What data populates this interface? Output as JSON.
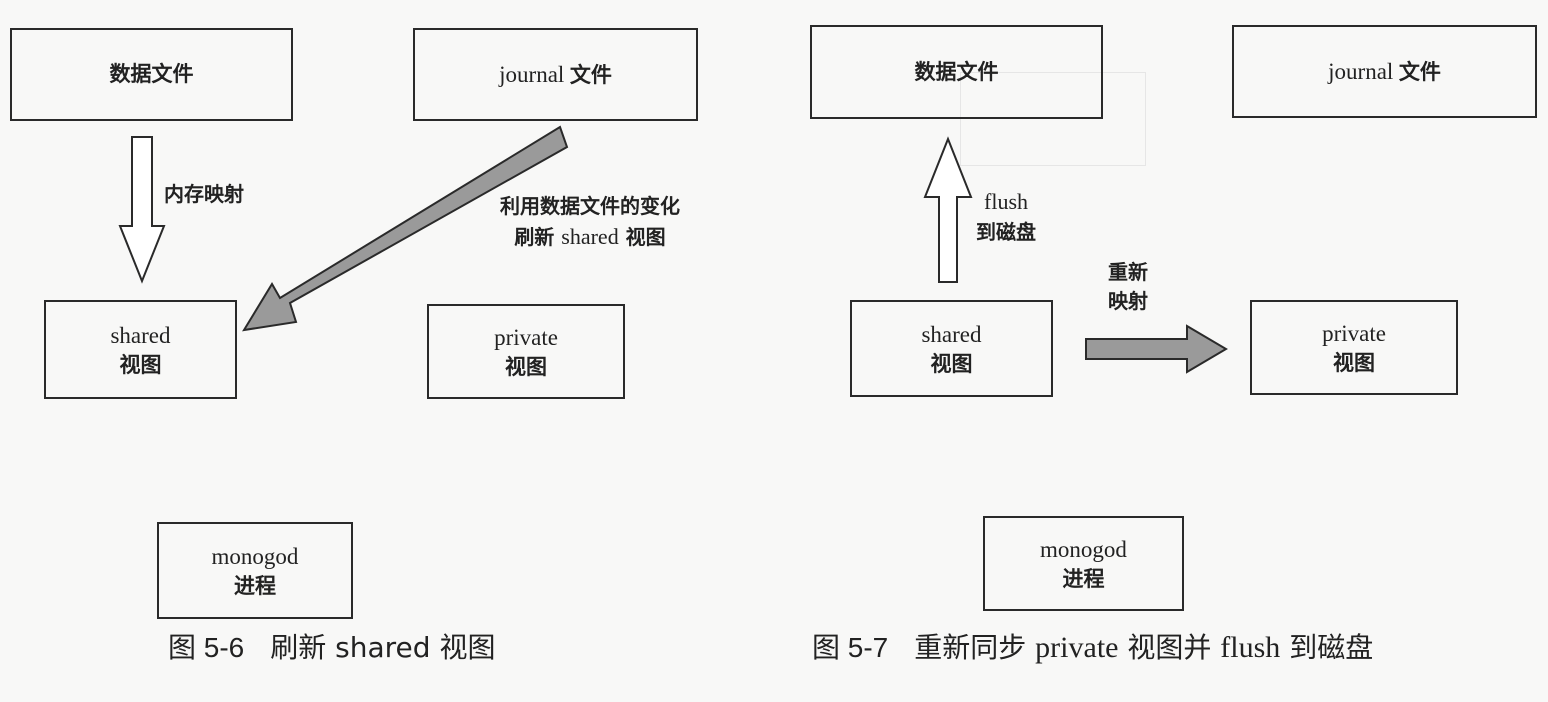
{
  "figure_5_6": {
    "caption_number": "图 5-6",
    "caption_text": "刷新 shared 视图",
    "boxes": {
      "data_file": "数据文件",
      "journal_file_en": "journal",
      "journal_file_zh": "文件",
      "shared_view_en": "shared",
      "shared_view_zh": "视图",
      "private_view_en": "private",
      "private_view_zh": "视图",
      "mongod_en": "monogod",
      "mongod_zh": "进程"
    },
    "arrows": {
      "memory_map_label": "内存映射",
      "refresh_label_line1": "利用数据文件的变化",
      "refresh_label_line2_zh1": "刷新",
      "refresh_label_line2_en": "shared",
      "refresh_label_line2_zh2": "视图"
    }
  },
  "figure_5_7": {
    "caption_number": "图 5-7",
    "caption_text_zh1": "重新同步",
    "caption_text_en1": "private",
    "caption_text_zh2": "视图并",
    "caption_text_en2": "flush",
    "caption_text_zh3": "到磁盘",
    "boxes": {
      "data_file": "数据文件",
      "journal_file_en": "journal",
      "journal_file_zh": "文件",
      "shared_view_en": "shared",
      "shared_view_zh": "视图",
      "private_view_en": "private",
      "private_view_zh": "视图",
      "mongod_en": "monogod",
      "mongod_zh": "进程"
    },
    "arrows": {
      "flush_label_en": "flush",
      "flush_label_zh": "到磁盘",
      "remap_label_line1": "重新",
      "remap_label_line2": "映射"
    }
  },
  "colors": {
    "background": "#f8f8f7",
    "border": "#2a2a2a",
    "gray_arrow": "#9a9a9a",
    "hollow_arrow": "#ffffff"
  }
}
